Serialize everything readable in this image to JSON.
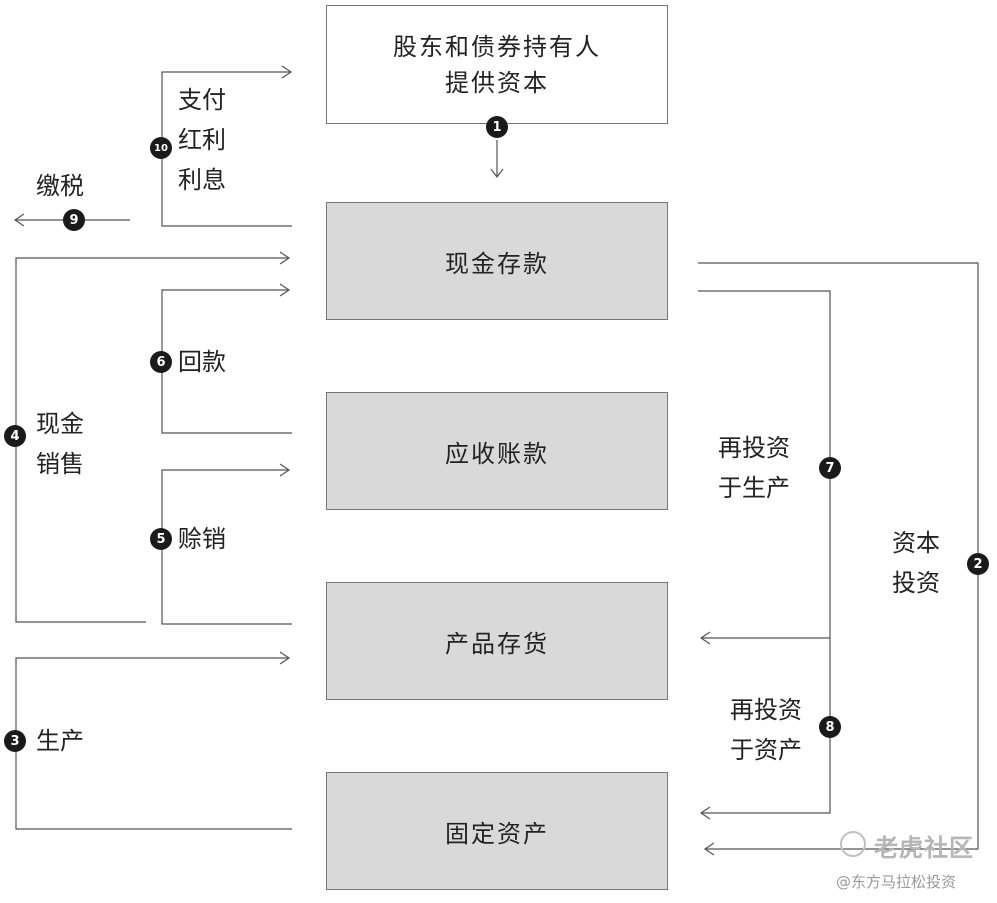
{
  "boxes": {
    "capital": [
      "股东和债券持有人",
      "提供资本"
    ],
    "cash": "现金存款",
    "receivables": "应收账款",
    "inventory": "产品存货",
    "fixed_assets": "固定资产"
  },
  "flows": {
    "f1": {
      "num": "1"
    },
    "f2": {
      "num": "2",
      "lines": [
        "资本",
        "投资"
      ]
    },
    "f3": {
      "num": "3",
      "label": "生产"
    },
    "f4": {
      "num": "4",
      "lines": [
        "现金",
        "销售"
      ]
    },
    "f5": {
      "num": "5",
      "label": "赊销"
    },
    "f6": {
      "num": "6",
      "label": "回款"
    },
    "f7": {
      "num": "7",
      "lines": [
        "再投资",
        "于生产"
      ]
    },
    "f8": {
      "num": "8",
      "lines": [
        "再投资",
        "于资产"
      ]
    },
    "f9": {
      "num": "9",
      "label": "缴税"
    },
    "f10": {
      "num": "10",
      "lines": [
        "支付",
        "红利",
        "利息"
      ]
    }
  },
  "watermark": {
    "line1": "老虎社区",
    "line2": "@东方马拉松投资"
  }
}
